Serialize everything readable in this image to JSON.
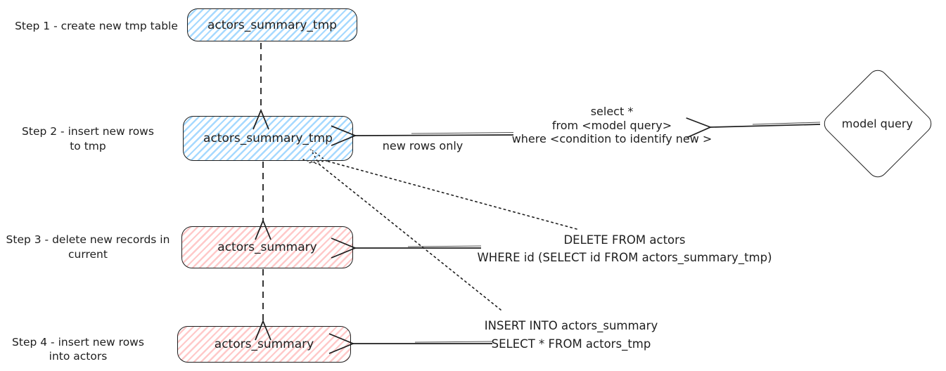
{
  "colors": {
    "stroke": "#1e1e1e",
    "blue_hatch": "#a6d9ff",
    "red_hatch": "#ffc9c9",
    "background": "#ffffff"
  },
  "steps": [
    {
      "label": [
        "Step 1 - create new tmp table",
        ""
      ],
      "node": "actors_summary_tmp",
      "node_style": "blue"
    },
    {
      "label": [
        "Step 2 - insert new rows",
        "to tmp"
      ],
      "node": "actors_summary_tmp",
      "node_style": "blue"
    },
    {
      "label": [
        "Step 3 - delete new records in",
        "current"
      ],
      "node": "actors_summary",
      "node_style": "red"
    },
    {
      "label": [
        "Step 4 - insert new rows",
        "into actors"
      ],
      "node": "actors_summary",
      "node_style": "red"
    }
  ],
  "decision": {
    "label": "model query"
  },
  "annotations": {
    "select_query": {
      "lines": [
        "select *",
        "from <model query>",
        "where <condition to identify new >"
      ]
    },
    "new_rows_label": "new rows only",
    "delete_query": {
      "lines": [
        "DELETE FROM actors",
        "WHERE id (SELECT id FROM actors_summary_tmp)"
      ]
    },
    "insert_query": {
      "lines": [
        "INSERT INTO actors_summary",
        "SELECT * FROM actors_tmp"
      ]
    }
  }
}
